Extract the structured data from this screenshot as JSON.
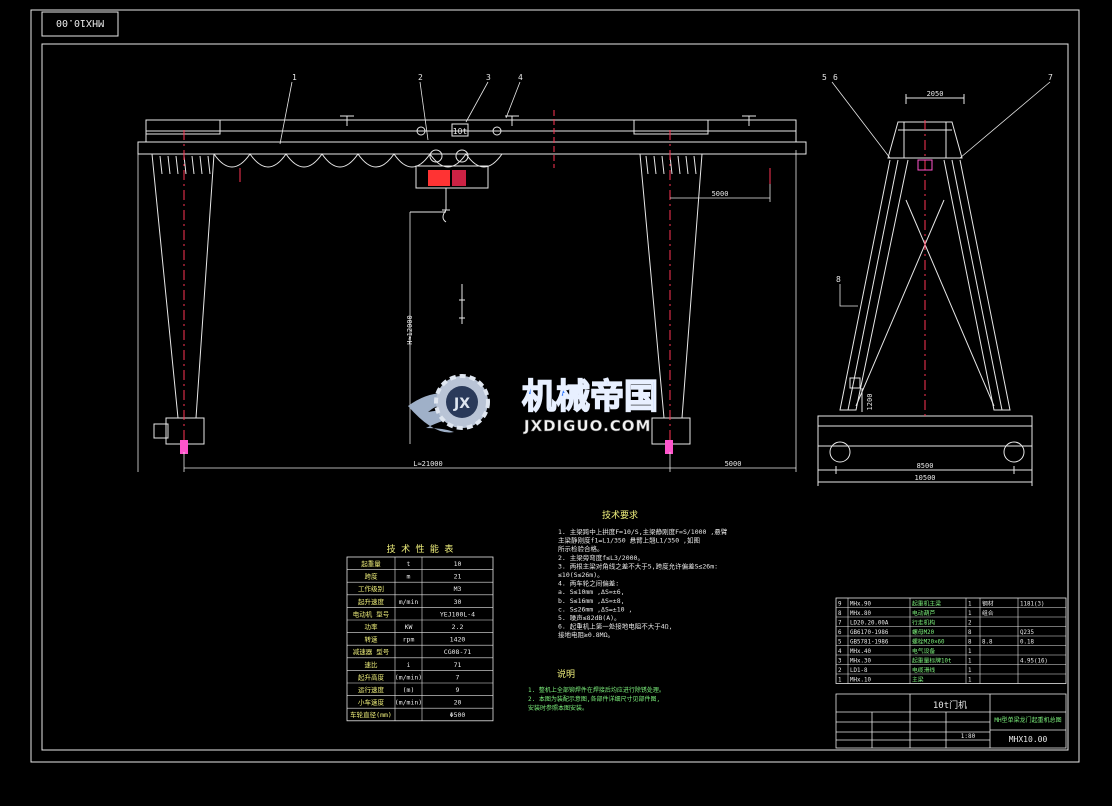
{
  "drawing_code_top": "MHX10.00",
  "part_numbers": [
    "1",
    "2",
    "3",
    "4",
    "5",
    "6",
    "7"
  ],
  "side_part_number": "8",
  "front_view": {
    "trolley_label": "10t",
    "dim_cantilever": "5000",
    "dim_height": "H≈12000",
    "dim_span": "L≈21000",
    "dim_right_ext": "5000"
  },
  "side_view": {
    "dim_top": "2050",
    "dim_leg": "1200",
    "dim_base_inner": "8500",
    "dim_base_outer": "10500"
  },
  "watermark": {
    "cn": "机械帝国",
    "en": "JXDIGUO.COM",
    "logo_letters": "JX"
  },
  "spec_table": {
    "title": "技 术 性 能 表",
    "rows": [
      [
        "起重量",
        "t",
        "10"
      ],
      [
        "跨度",
        "m",
        "21"
      ],
      [
        "工作级别",
        "",
        "M3"
      ],
      [
        "起升速度",
        "m/min",
        "30"
      ],
      [
        "电动机 型号",
        "",
        "YEJ100L-4"
      ],
      [
        "功率",
        "KW",
        "2.2"
      ],
      [
        "转速",
        "rpm",
        "1420"
      ],
      [
        "减速器 型号",
        "",
        "CG08-71"
      ],
      [
        "速比",
        "i",
        "71"
      ],
      [
        "起升高度",
        "(m/min)",
        "7"
      ],
      [
        "运行速度",
        "(m)",
        "9"
      ],
      [
        "小车速度",
        "(m/min)",
        "20"
      ],
      [
        "车轮直径(mm)",
        "",
        "Φ500"
      ]
    ]
  },
  "tech_req": {
    "title": "技术要求",
    "lines": [
      "1. 主梁跨中上拱度F≈10/S,主梁静刚度F=S/1000 ,悬臂",
      "   主梁静刚度f1=L1/350 悬臂上翘L1/350 ,如图",
      "   所示检验合格。",
      "2. 主梁旁弯度f≤L3/2000。",
      "3. 两根主梁对角线之差不大于5,跨度允许偏差S≤26m:",
      "   ≤10(S≤26m)。",
      "4. 两车轮之间偏差:",
      "   a. S≤10mm ,ΔS=±6,",
      "   b. S≤16mm ,ΔS=±8,",
      "   c. S≤26mm ,ΔS=±10 ,",
      "5. 噪声≤82dB(A)。",
      "6. 起重机上第一处接地电阻不大于4Ω,",
      "   接地电阻≥0.8MΩ。"
    ]
  },
  "notes": {
    "title": "说明",
    "lines": [
      "1. 整机上全部铆焊件在焊接后均应进行除锈处理。",
      "2. 本图为装配示意图,各部件详细尺寸见部件图,",
      "   安装时参照本图安装。"
    ]
  },
  "bom": {
    "rows": [
      [
        "9",
        "MHx.90",
        "起重机主梁",
        "1",
        "钢材",
        "1181(3)"
      ],
      [
        "8",
        "MHx.80",
        "电动葫芦",
        "1",
        "组合",
        ""
      ],
      [
        "7",
        "LD20.20.00A",
        "行走机构",
        "2",
        "",
        ""
      ],
      [
        "6",
        "GB6170-1986",
        "螺母M20",
        "8",
        "",
        "Q235"
      ],
      [
        "5",
        "GB5781-1986",
        "螺栓M20×60",
        "8",
        "8.8",
        "0.18"
      ],
      [
        "4",
        "MHx.40",
        "电气设备",
        "1",
        "",
        ""
      ],
      [
        "3",
        "MHx.30",
        "起重量标牌10t",
        "1",
        "",
        "4.95(16)"
      ],
      [
        "2",
        "LD1-8",
        "电缆滑线",
        "1",
        "",
        ""
      ],
      [
        "1",
        "MHx.10",
        "主梁",
        "1",
        "",
        ""
      ]
    ],
    "title_cn": "10t门机",
    "company": "MH型单梁龙门起重机总图",
    "drawing_no": "MHX10.00",
    "scale": "1:80"
  }
}
